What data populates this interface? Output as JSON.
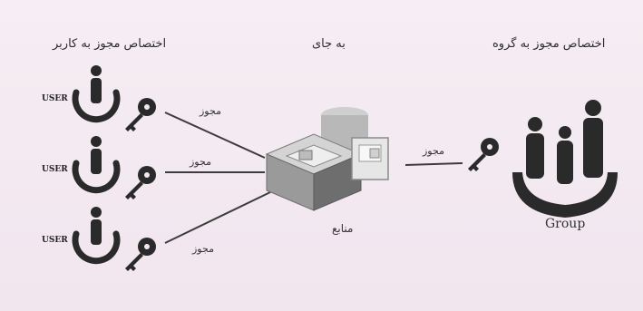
{
  "diagram": {
    "titles": {
      "user_assignment": "اختصاص مجوز به کاربر",
      "instead_of": "به جای",
      "group_assignment": "اختصاص مجوز به گروه"
    },
    "users": [
      {
        "label": "USER",
        "permission": "مجوز"
      },
      {
        "label": "USER",
        "permission": "مجوز"
      },
      {
        "label": "USER",
        "permission": "مجوز"
      }
    ],
    "resources_label": "منابع",
    "group": {
      "label": "Group",
      "permission": "مجوز"
    },
    "colors": {
      "icon": "#2a2a2a",
      "line": "#3c3c3c",
      "server": "#9a9a9a",
      "server_light": "#d4d4d4",
      "server_dark": "#6e6e6e"
    }
  }
}
